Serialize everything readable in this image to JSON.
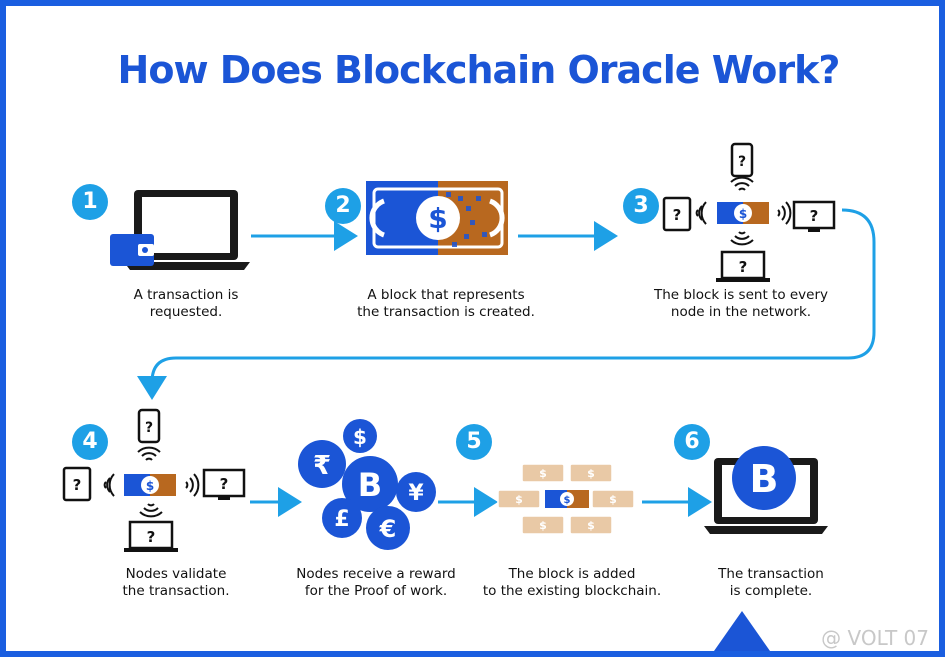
{
  "title": "How Does Blockchain Oracle Work?",
  "accent_color": "#1b55d6",
  "step_color": "#1ea0e6",
  "steps": [
    {
      "number": "1",
      "line1": "A transaction is",
      "line2": "requested.",
      "icon": "laptop-wallet-icon"
    },
    {
      "number": "2",
      "line1": "A block that represents",
      "line2": "the transaction is created.",
      "icon": "dollar-block-icon"
    },
    {
      "number": "3",
      "line1": "The block is sent to every",
      "line2": "node in the network.",
      "icon": "network-broadcast-icon"
    },
    {
      "number": "4",
      "line1": "Nodes validate",
      "line2": "the transaction.",
      "icon": "node-validation-icon"
    },
    {
      "number": "",
      "line1": "Nodes receive a reward",
      "line2": "for the Proof of work.",
      "icon": "currency-coins-icon"
    },
    {
      "number": "5",
      "line1": "The block is added",
      "line2": "to the existing blockchain.",
      "icon": "block-chain-icon"
    },
    {
      "number": "6",
      "line1": "The transaction",
      "line2": "is complete.",
      "icon": "laptop-bitcoin-icon"
    }
  ],
  "symbols": {
    "question": "?",
    "dollar": "$",
    "bitcoin": "B",
    "rupee": "₹",
    "yen": "¥",
    "pound": "£",
    "euro": "€"
  },
  "watermark": "@ VOLT 07"
}
